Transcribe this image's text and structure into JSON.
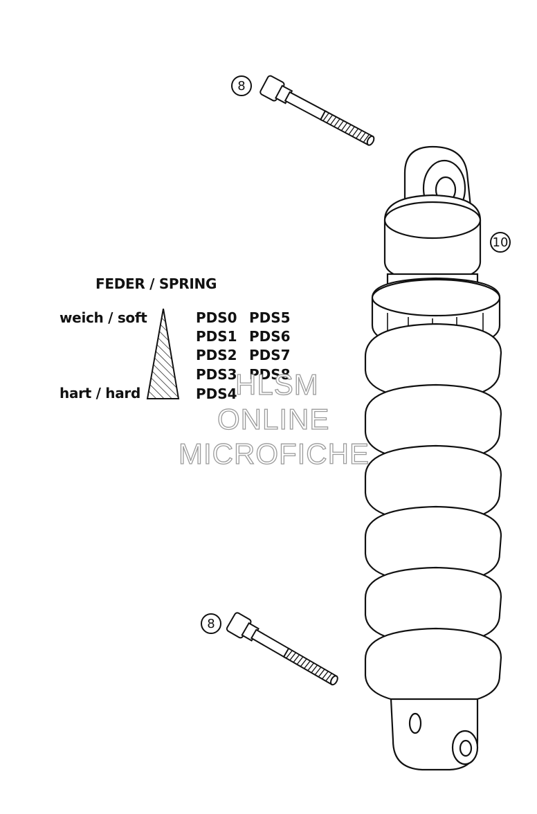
{
  "callouts": {
    "bolt_top": "8",
    "shock": "10",
    "bolt_bottom": "8"
  },
  "legend": {
    "title": "FEDER / SPRING",
    "soft_label": "weich / soft",
    "hard_label": "hart / hard",
    "codes_left": [
      "PDS0",
      "PDS1",
      "PDS2",
      "PDS3",
      "PDS4"
    ],
    "codes_right": [
      "PDS5",
      "PDS6",
      "PDS7",
      "PDS8"
    ]
  },
  "watermark": {
    "line1": "HLSM",
    "line2": "ONLINE",
    "line3": "MICROFICHE"
  }
}
